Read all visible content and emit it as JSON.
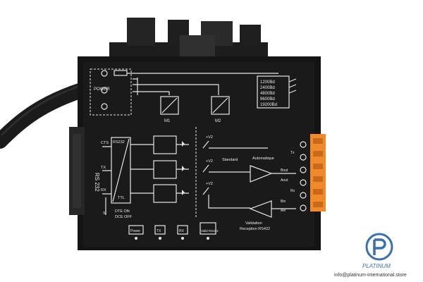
{
  "colors": {
    "background": "#ffffff",
    "device_body": "#141414",
    "device_panel": "#1a1a1a",
    "silkscreen": "#e9e9e9",
    "terminal_block": "#f08a2a",
    "brand_blue": "#3a6fb0"
  },
  "rs232": {
    "label": "RS 232"
  },
  "power_block": {
    "label": "POWER"
  },
  "baud_rates": [
    "1200Bd",
    "2400Bd",
    "4800Bd",
    "9600Bd",
    "19200Bd"
  ],
  "converter": {
    "label_top": "RS232",
    "label_bottom": "TTL",
    "pins": [
      "CTS",
      "TX",
      "RX"
    ],
    "mode_label_1": "DTE ON",
    "mode_label_2": "DCE OFF",
    "extra_label": "S"
  },
  "modules": [
    "M1",
    "M2"
  ],
  "switch_labels": {
    "v2_top": "+V2",
    "v2_mid": "+V2",
    "v2_bottom": "+V2",
    "standard": "Standard",
    "automatique": "Automatique",
    "validation": "Validation",
    "reception": "Reception RS422"
  },
  "terminal_labels": [
    "Bout",
    "Aout",
    "Bin",
    "Ain"
  ],
  "terminal_small": [
    "Tx",
    "Rx"
  ],
  "leds": [
    "Power",
    "TX",
    "RX",
    "Valid RS422"
  ],
  "watermark": {
    "brand": "PLATINUM",
    "website": "info@platinum-international.store"
  }
}
